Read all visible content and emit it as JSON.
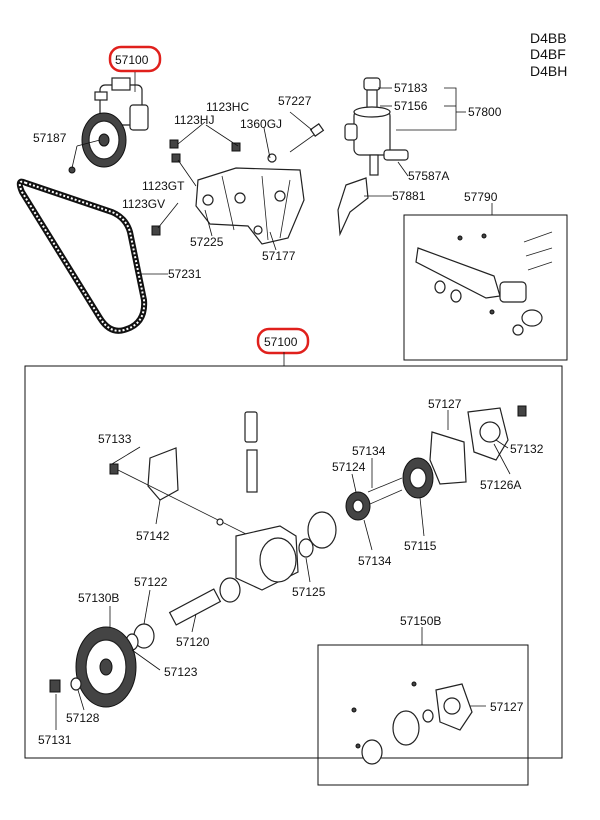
{
  "engine_codes": [
    "D4BB",
    "D4BF",
    "D4BH"
  ],
  "highlight_color": "#e0201c",
  "callouts": {
    "c57100_top": "57100",
    "c57187": "57187",
    "c1123HC": "1123HC",
    "c57227": "57227",
    "c1123HJ": "1123HJ",
    "c1360GJ": "1360GJ",
    "c1123GT": "1123GT",
    "c1123GV": "1123GV",
    "c57225": "57225",
    "c57177": "57177",
    "c57231": "57231",
    "c57183": "57183",
    "c57156": "57156",
    "c57800": "57800",
    "c57587A": "57587A",
    "c57881": "57881",
    "c57790": "57790",
    "c57100_mid": "57100",
    "c57127a": "57127",
    "c57133": "57133",
    "c57132": "57132",
    "c57134a": "57134",
    "c57124": "57124",
    "c57126A": "57126A",
    "c57142": "57142",
    "c57115": "57115",
    "c57134b": "57134",
    "c57125": "57125",
    "c57130B": "57130B",
    "c57122": "57122",
    "c57120": "57120",
    "c57123": "57123",
    "c57128": "57128",
    "c57131": "57131",
    "c57150B": "57150B",
    "c57127b": "57127"
  }
}
